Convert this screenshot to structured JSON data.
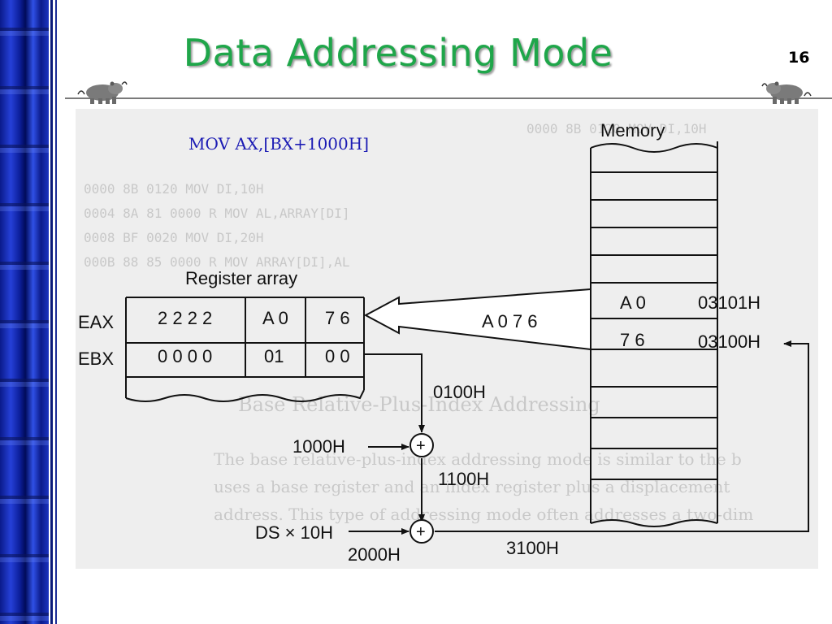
{
  "slide": {
    "title": "Data Addressing Mode",
    "page_number": "16",
    "instruction": "MOV  AX,[BX+1000H]"
  },
  "icons": {
    "left_logo": "hippo-logo-icon",
    "right_logo": "hippo-logo-icon"
  },
  "colors": {
    "title": "#1fa64a",
    "instruction": "#1c1cb4",
    "sidebar": "#1b33c0"
  },
  "diagram": {
    "memory_label": "Memory",
    "register_array_label": "Register array",
    "registers": [
      {
        "name": "EAX",
        "high": "2 2 2 2",
        "ah": "A 0",
        "al": "7 6"
      },
      {
        "name": "EBX",
        "high": "0 0 0 0",
        "bh": "01",
        "bl": "0 0"
      }
    ],
    "memory_cells": [
      {
        "value": "A  0",
        "address": "03101H"
      },
      {
        "value": "7  6",
        "address": "03100H"
      }
    ],
    "transfer_label": "A 0 7 6",
    "bx_value_label": "0100H",
    "displacement_label": "1000H",
    "sum_label": "1100H",
    "segment_label": "DS × 10H",
    "segment_value_label": "2000H",
    "address_label": "3100H",
    "adder_symbol": "+",
    "background_page": {
      "listing_rows": [
        "0000  8B 0120       MOV    DI,10H",
        "0004  8A 81 0000 R  MOV    AL,ARRAY[DI]",
        "0008  BF 0020       MOV    DI,20H",
        "000B  88 85 0000 R  MOV    ARRAY[DI],AL"
      ],
      "heading": "Base Relative-Plus-Index Addressing",
      "paragraph": [
        "The base relative-plus-index addressing mode is similar to the b",
        "uses a base register and an index register plus a displacement",
        "address. This type of addressing mode often addresses a two-dim"
      ]
    }
  }
}
